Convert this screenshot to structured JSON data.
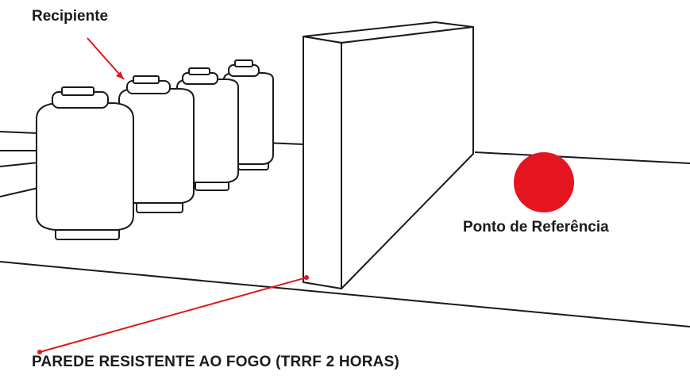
{
  "labels": {
    "recipiente": "Recipiente",
    "ponto_referencia": "Ponto de Referência",
    "parede": "PAREDE RESISTENTE AO FOGO (TRRF 2 HORAS)"
  },
  "colors": {
    "pointer": "#e0181b",
    "reference_point": "#e4151f",
    "outline": "#1a1a1a",
    "fill": "#ffffff"
  },
  "cylinder_count": 4
}
